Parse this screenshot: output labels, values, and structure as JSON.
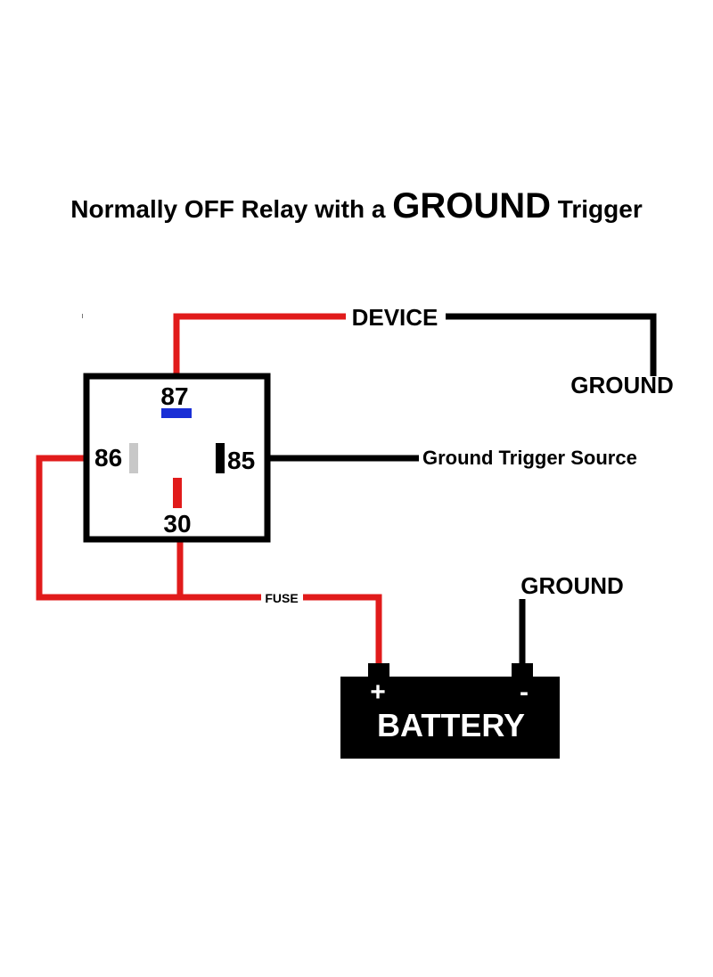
{
  "title": {
    "prefix": "Normally OFF Relay with a ",
    "emphasis": "GROUND",
    "suffix": " Trigger"
  },
  "labels": {
    "device": "DEVICE",
    "ground_device": "GROUND",
    "ground_trigger_source": "Ground Trigger Source",
    "ground_battery": "GROUND",
    "fuse": "FUSE",
    "battery": "BATTERY",
    "battery_plus": "+",
    "battery_minus": "-"
  },
  "relay": {
    "pins": {
      "p87": "87",
      "p86": "86",
      "p85": "85",
      "p30": "30"
    }
  },
  "colors": {
    "wire_power": "#e11b1b",
    "wire_ground": "#000000",
    "pin87_marker": "#1a2fd6",
    "pin86_marker": "#c8c8c8",
    "pin85_marker": "#000000",
    "pin30_marker": "#e11b1b",
    "battery_body": "#000000"
  }
}
